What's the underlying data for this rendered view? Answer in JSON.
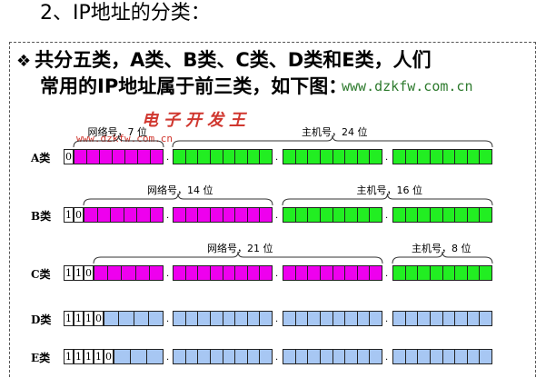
{
  "heading": "2、IP地址的分类：",
  "intro": {
    "line1": "共分五类，A类、B类、C类、D类和E类，人们",
    "line2": "常用的IP地址属于前三类，如下图："
  },
  "watermark": {
    "url": "www.dzkfw.com.cn",
    "title": "电子开发王",
    "url_small": "www.dzkfw.com.cn"
  },
  "rows": [
    {
      "label": "A类",
      "bits": "0",
      "network_label": "网络号，7 位",
      "host_label": "主机号，24 位"
    },
    {
      "label": "B类",
      "bits": "10",
      "network_label": "网络号，14 位",
      "host_label": "主机号，16 位"
    },
    {
      "label": "C类",
      "bits": "110",
      "network_label": "网络号，21 位",
      "host_label": "主机号，8 位"
    },
    {
      "label": "D类",
      "bits": "1110"
    },
    {
      "label": "E类",
      "bits": "11110"
    }
  ],
  "colors": {
    "network": "#ee00ee",
    "host": "#22ee22",
    "reserved": "#a7c7f3"
  },
  "icons": {
    "bullet": "diamond-bullet-icon"
  }
}
